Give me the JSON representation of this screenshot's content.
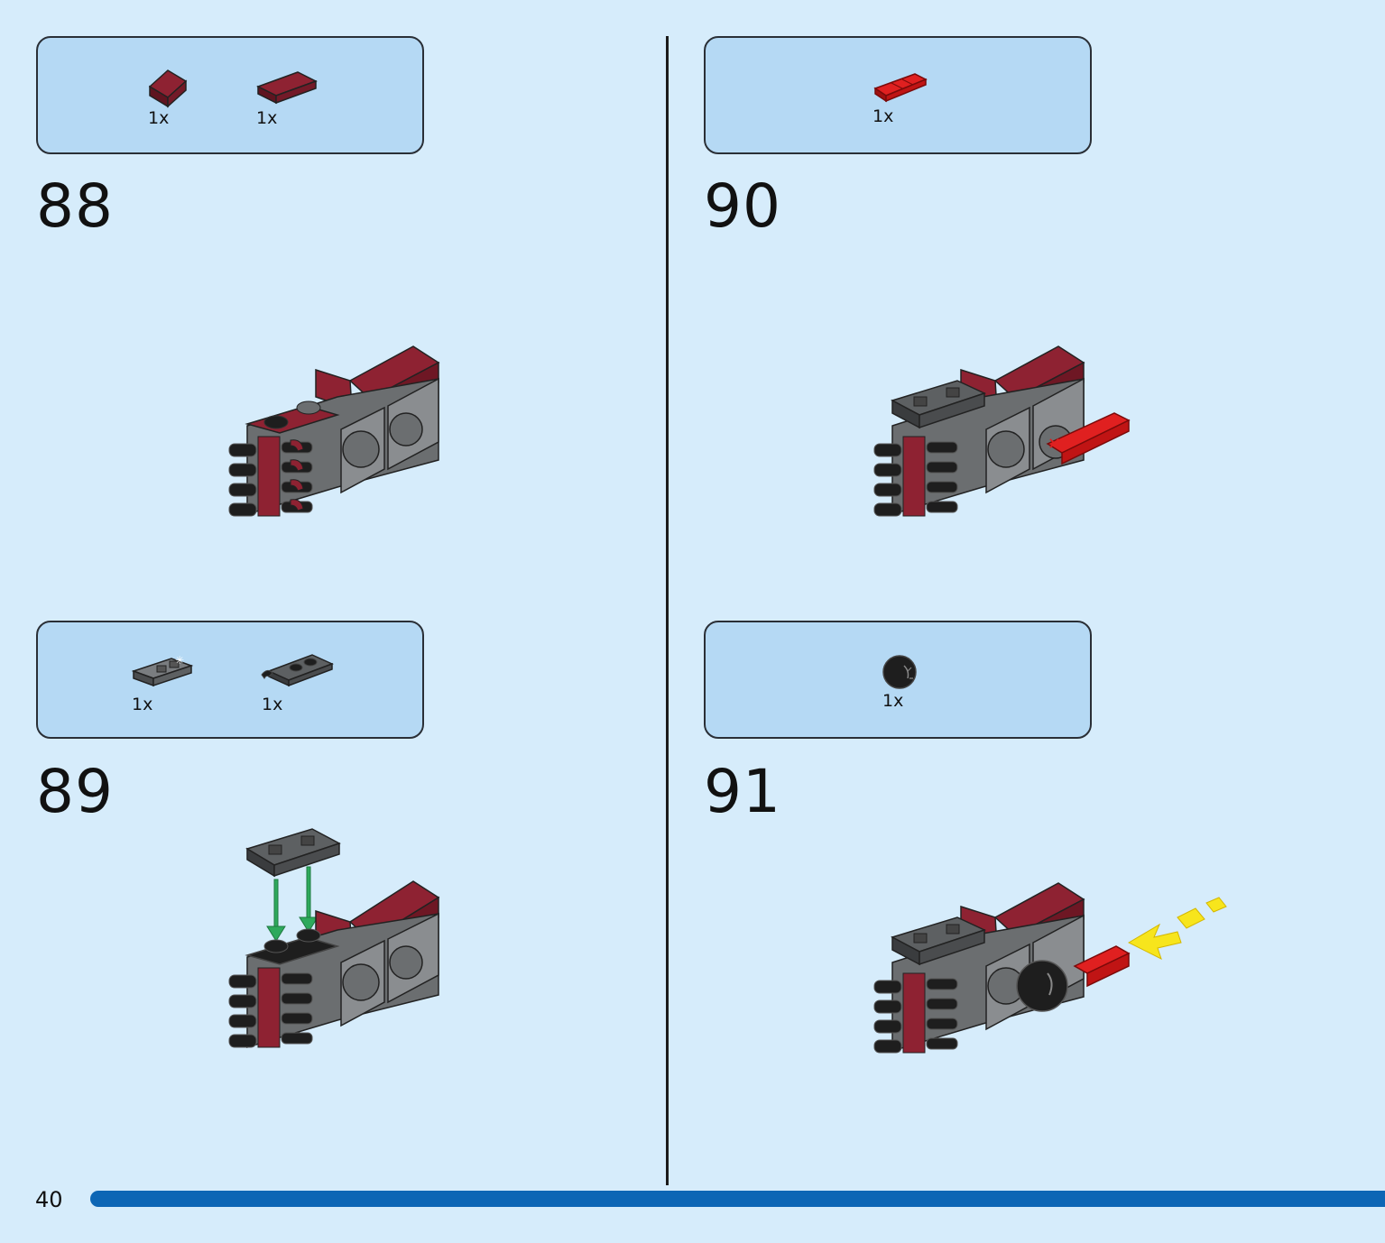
{
  "page": {
    "number": "40"
  },
  "steps": [
    {
      "number": "88",
      "parts": [
        {
          "qty": "1x",
          "icon": "dark-red-slope-brick-icon"
        },
        {
          "qty": "1x",
          "icon": "dark-red-tile-icon"
        }
      ]
    },
    {
      "number": "89",
      "parts": [
        {
          "qty": "1x",
          "icon": "dark-grey-jumper-plate-icon"
        },
        {
          "qty": "1x",
          "icon": "dark-grey-clip-plate-icon"
        }
      ]
    },
    {
      "number": "90",
      "parts": [
        {
          "qty": "1x",
          "icon": "red-axle-connector-icon"
        }
      ]
    },
    {
      "number": "91",
      "parts": [
        {
          "qty": "1x",
          "icon": "black-ball-icon"
        }
      ]
    }
  ],
  "colors": {
    "background": "#d6ecfb",
    "parts_box": "#b5d9f4",
    "dark_red": "#7b1a27",
    "dark_grey": "#6b6e70",
    "black": "#1e1e1e",
    "red": "#d51a1a",
    "green_arrow": "#2ea95c",
    "yellow_arrow": "#f7e51c",
    "progress_bar": "#0d66b5"
  }
}
